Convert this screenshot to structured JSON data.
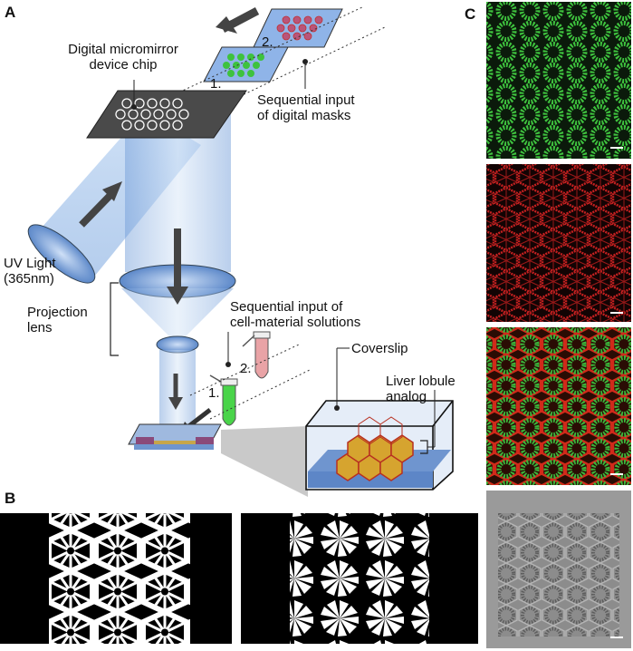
{
  "panels": {
    "a": "A",
    "b": "B",
    "c": "C"
  },
  "labels": {
    "dmd_chip": [
      "Digital micromirror",
      "device chip"
    ],
    "mask_step1": "1.",
    "mask_step2": "2.",
    "digital_masks": [
      "Sequential input",
      "of digital masks"
    ],
    "uv_light": [
      "UV Light",
      "(365nm)"
    ],
    "projection_lens": [
      "Projection",
      "lens"
    ],
    "cell_solutions": [
      "Sequential input of",
      "cell-material solutions"
    ],
    "solution_step1": "1.",
    "solution_step2": "2.",
    "coverslip": "Coverslip",
    "liver_lobule": [
      "Liver lobule",
      "analog"
    ]
  },
  "colors": {
    "green_channel": "#2fae2f",
    "red_channel": "#c42020",
    "mask_blue": "#8fb4e8",
    "light_beam": "#a9c8ef",
    "chip": "#4a4a4a",
    "brightfield": "#8a8a8a"
  },
  "c_images": [
    "green fluorescence",
    "red fluorescence",
    "merged fluorescence",
    "brightfield"
  ]
}
